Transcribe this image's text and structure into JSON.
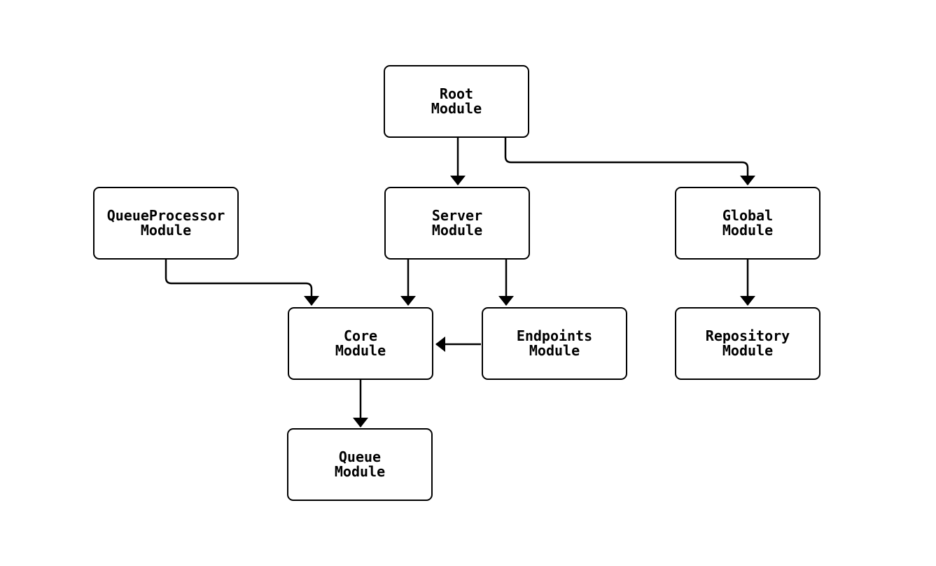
{
  "canvas": {
    "background_color": "#ffffff",
    "stroke_color": "#000000",
    "text_color": "#000000"
  },
  "diagram": {
    "type": "module-dependency-diagram",
    "nodes": {
      "root": {
        "line1": "Root",
        "line2": "Module"
      },
      "queue_processor": {
        "line1": "QueueProcessor",
        "line2": "Module"
      },
      "server": {
        "line1": "Server",
        "line2": "Module"
      },
      "global": {
        "line1": "Global",
        "line2": "Module"
      },
      "core": {
        "line1": "Core",
        "line2": "Module"
      },
      "endpoints": {
        "line1": "Endpoints",
        "line2": "Module"
      },
      "repository": {
        "line1": "Repository",
        "line2": "Module"
      },
      "queue": {
        "line1": "Queue",
        "line2": "Module"
      }
    },
    "edges": [
      {
        "from": "Root Module",
        "to": "Server Module"
      },
      {
        "from": "Root Module",
        "to": "Global Module"
      },
      {
        "from": "QueueProcessor Module",
        "to": "Core Module"
      },
      {
        "from": "Server Module",
        "to": "Core Module"
      },
      {
        "from": "Server Module",
        "to": "Endpoints Module"
      },
      {
        "from": "Endpoints Module",
        "to": "Core Module"
      },
      {
        "from": "Global Module",
        "to": "Repository Module"
      },
      {
        "from": "Core Module",
        "to": "Queue Module"
      }
    ]
  }
}
